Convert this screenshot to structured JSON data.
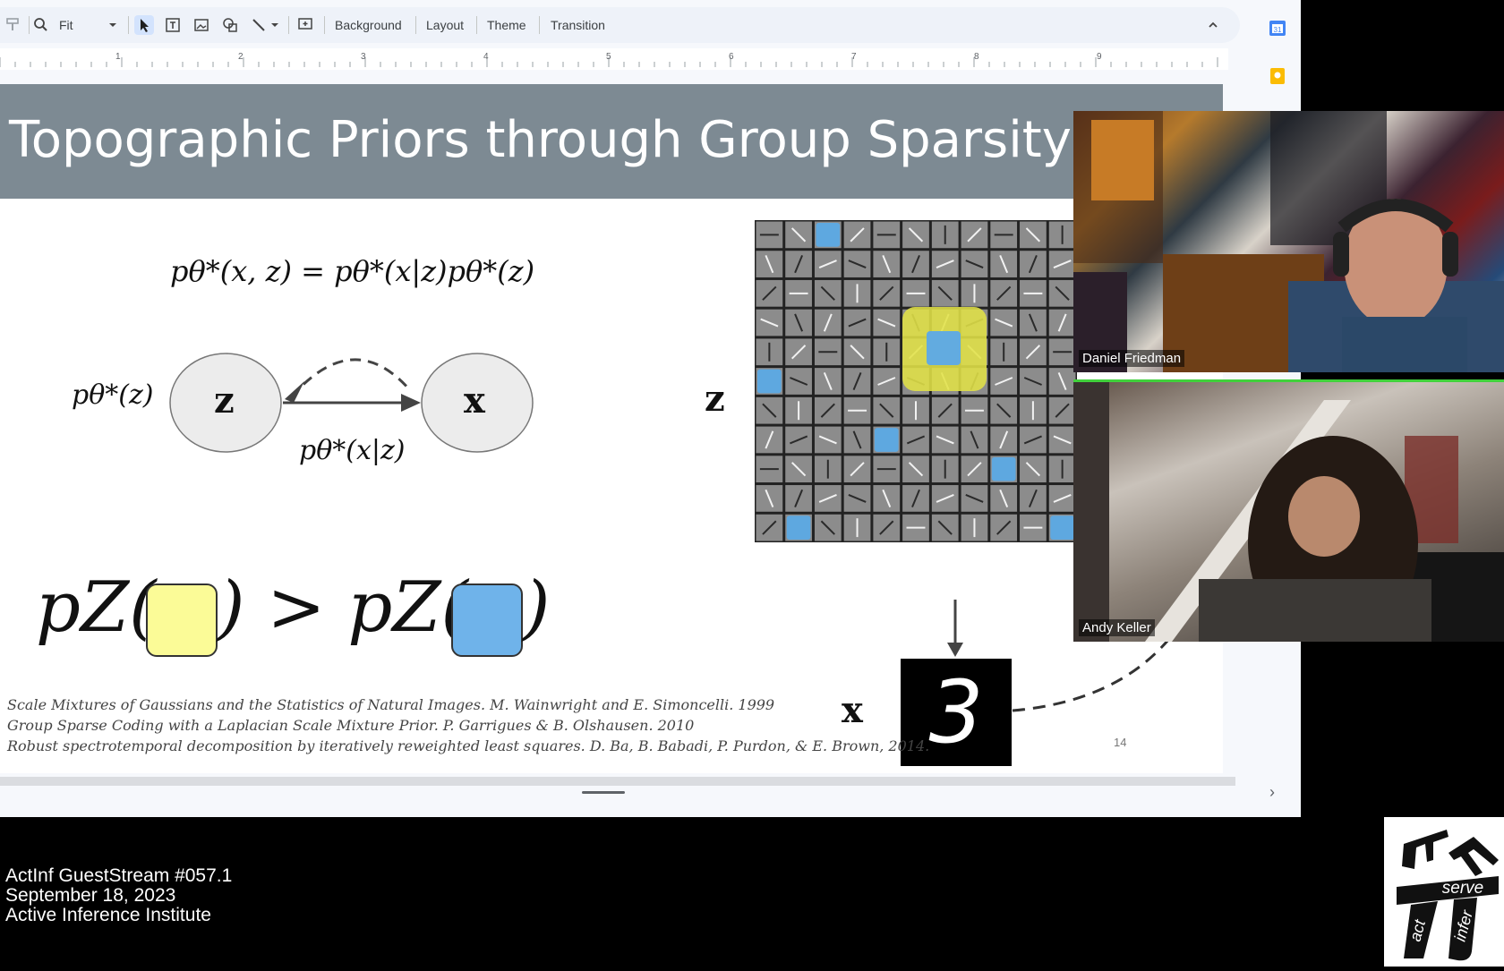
{
  "toolbar": {
    "zoom_label": "Fit",
    "menu": [
      "Background",
      "Layout",
      "Theme",
      "Transition"
    ]
  },
  "ruler": {
    "marks": [
      "1",
      "2",
      "3",
      "4",
      "5",
      "6",
      "7",
      "8",
      "9"
    ]
  },
  "slide": {
    "title": "Topographic Priors through Group Sparsity",
    "joint_equation": "pθ*(x, z) = pθ*(x|z)pθ*(z)",
    "prior_label": "pθ*(z)",
    "node_z": "z",
    "node_x": "x",
    "likelihood_label": "pθ*(x|z)",
    "comparison_left": "pZ(",
    "comparison_mid": ") > pZ(",
    "comparison_right": ")",
    "grid_label_z": "z",
    "digit_label_x": "x",
    "digit": "3",
    "references": [
      "Scale Mixtures of Gaussians and the Statistics of Natural Images. M. Wainwright and E. Simoncelli. 1999",
      "Group Sparse Coding with a Laplacian Scale Mixture Prior. P. Garrigues & B. Olshausen. 2010",
      "Robust spectrotemporal decomposition by iteratively reweighted least squares. D. Ba, B. Babadi, P. Purdon, & E. Brown, 2014."
    ],
    "page_number": "14",
    "colors": {
      "header": "#7d8a93",
      "yellow": "#fbfb97",
      "blue": "#6fb3ea"
    }
  },
  "participants": [
    {
      "name": "Daniel Friedman"
    },
    {
      "name": "Andy Keller"
    }
  ],
  "footer": {
    "lines": [
      "ActInf GuestStream #057.1",
      "September 18, 2023",
      "Active Inference Institute"
    ]
  },
  "logo": {
    "top_text": "serve",
    "left_text": "act",
    "right_text": "infer"
  }
}
